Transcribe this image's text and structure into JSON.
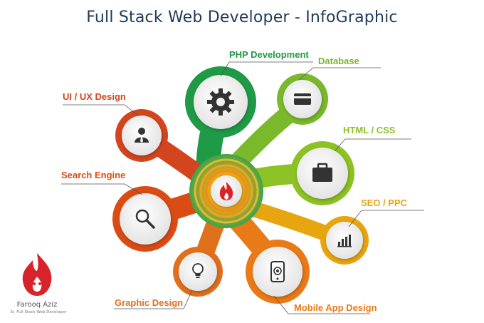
{
  "title": "Full Stack Web Developer - InfoGraphic",
  "branches": [
    {
      "id": "php",
      "label": "PHP Development",
      "icon": "gear-icon",
      "color": "#1f9a46"
    },
    {
      "id": "database",
      "label": "Database",
      "icon": "card-icon",
      "color": "#79b92a"
    },
    {
      "id": "uiux",
      "label": "UI / UX Design",
      "icon": "user-icon",
      "color": "#d2451e"
    },
    {
      "id": "html",
      "label": "HTML / CSS",
      "icon": "briefcase-icon",
      "color": "#8cc224"
    },
    {
      "id": "search",
      "label": "Search Engine",
      "icon": "search-icon",
      "color": "#db4b14"
    },
    {
      "id": "seo",
      "label": "SEO / PPC",
      "icon": "bar-chart-icon",
      "color": "#e7a510"
    },
    {
      "id": "graphic",
      "label": "Graphic Design",
      "icon": "lightbulb-icon",
      "color": "#e0701c"
    },
    {
      "id": "mobile",
      "label": "Mobile App Design",
      "icon": "mobile-icon",
      "color": "#ea7a17"
    }
  ],
  "center_icon": "flame-icon",
  "brand": {
    "name": "Farooq Aziz",
    "subtitle": "Sr. Full Stack Web Developer",
    "logo_icon": "flame-logo-icon"
  }
}
